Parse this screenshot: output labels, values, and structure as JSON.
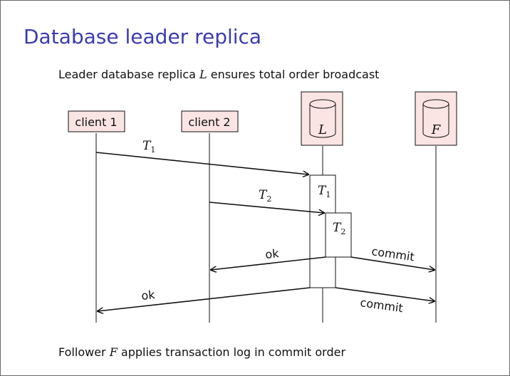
{
  "slide": {
    "title": "Database leader replica",
    "intro": {
      "before": "Leader database replica ",
      "symbol": "L",
      "after": " ensures total order broadcast"
    },
    "footer": {
      "before": "Follower ",
      "symbol": "F",
      "after": " applies transaction log in commit order"
    }
  },
  "diagram": {
    "participants": [
      {
        "id": "client1",
        "label": "client 1",
        "kind": "box"
      },
      {
        "id": "client2",
        "label": "client 2",
        "kind": "box"
      },
      {
        "id": "leader",
        "label": "L",
        "kind": "database"
      },
      {
        "id": "follower",
        "label": "F",
        "kind": "database"
      }
    ],
    "activations": [
      {
        "label": "T",
        "subscript": "1"
      },
      {
        "label": "T",
        "subscript": "2"
      }
    ],
    "messages": [
      {
        "from": "client 1",
        "to": "L",
        "label": "T",
        "subscript": "1"
      },
      {
        "from": "client 2",
        "to": "L",
        "label": "T",
        "subscript": "2"
      },
      {
        "from": "L",
        "to": "client 2",
        "label": "ok"
      },
      {
        "from": "L",
        "to": "F",
        "label": "commit"
      },
      {
        "from": "L",
        "to": "client 1",
        "label": "ok"
      },
      {
        "from": "L",
        "to": "F",
        "label": "commit"
      }
    ],
    "colors": {
      "participant_fill": "#fbe4e4",
      "title": "#3b3bb3",
      "stroke": "#111111"
    }
  }
}
